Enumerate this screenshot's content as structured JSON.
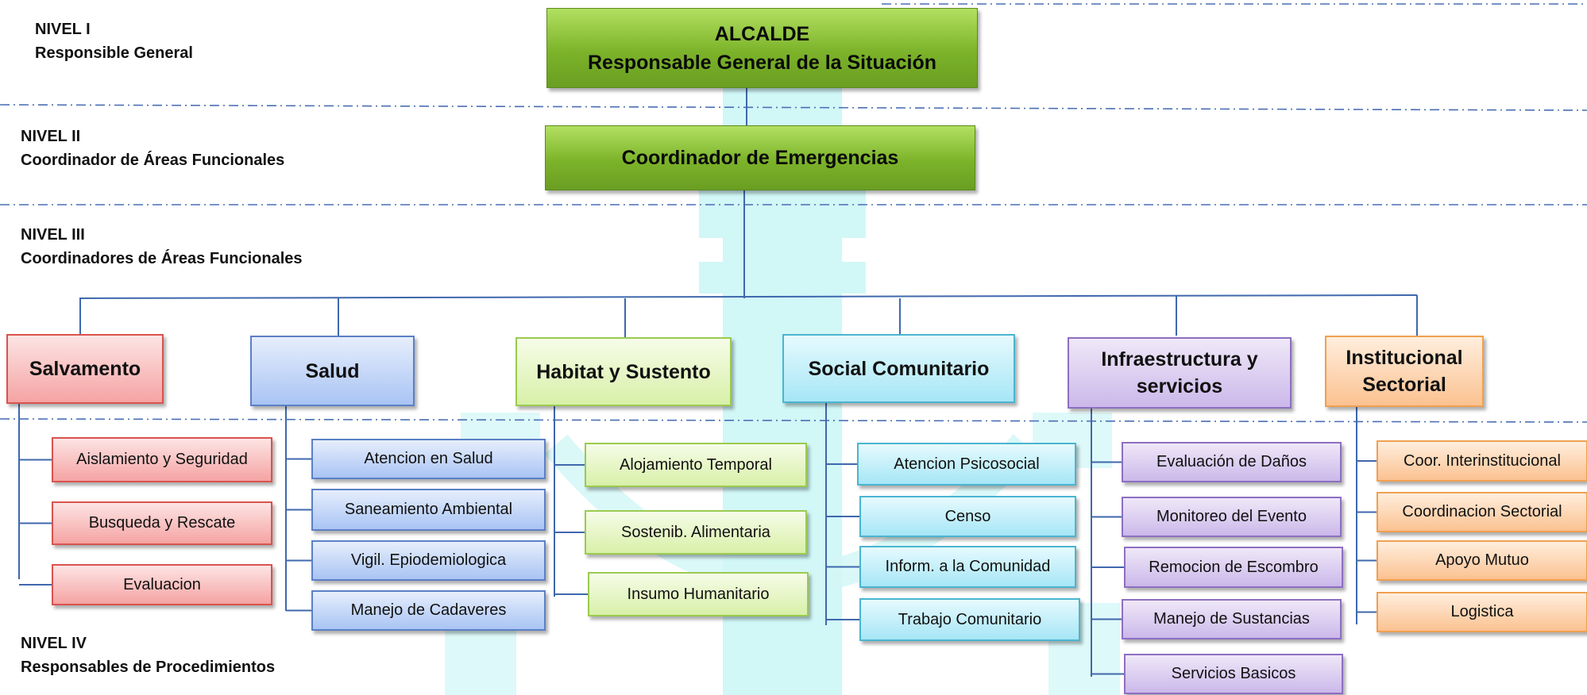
{
  "levels": [
    {
      "title": "NIVEL I",
      "subtitle": "Responsible General"
    },
    {
      "title": "NIVEL II",
      "subtitle": "Coordinador de Áreas Funcionales"
    },
    {
      "title": "NIVEL III",
      "subtitle": "Coordinadores de Áreas Funcionales"
    },
    {
      "title": "NIVEL IV",
      "subtitle": "Responsables de Procedimientos"
    }
  ],
  "alcalde": {
    "line1": "ALCALDE",
    "line2": "Responsable General de la Situación"
  },
  "coordinador": "Coordinador de Emergencias",
  "areas": [
    {
      "title": "Salvamento",
      "items": [
        "Aislamiento y Seguridad",
        "Busqueda y Rescate",
        "Evaluacion"
      ]
    },
    {
      "title": "Salud",
      "items": [
        "Atencion en Salud",
        "Saneamiento Ambiental",
        "Vigil. Epiodemiologica",
        "Manejo de Cadaveres"
      ]
    },
    {
      "title": "Habitat y Sustento",
      "items": [
        "Alojamiento Temporal",
        "Sostenib. Alimentaria",
        "Insumo Humanitario"
      ]
    },
    {
      "title": "Social Comunitario",
      "items": [
        "Atencion Psicosocial",
        "Censo",
        "Inform. a la Comunidad",
        "Trabajo Comunitario"
      ]
    },
    {
      "title": "Infraestructura y servicios",
      "items": [
        "Evaluación de Daños",
        "Monitoreo del Evento",
        "Remocion de Escombro",
        "Manejo de Sustancias",
        "Servicios Basicos"
      ]
    },
    {
      "title": "Institucional Sectorial",
      "items": [
        "Coor. Interinstitucional",
        "Coordinacion Sectorial",
        "Apoyo  Mutuo",
        "Logistica"
      ]
    }
  ]
}
